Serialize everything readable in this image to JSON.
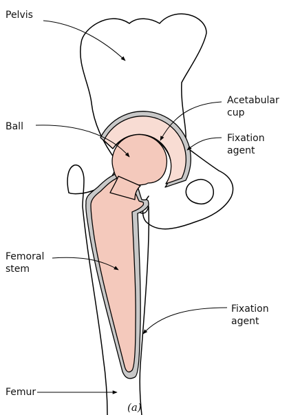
{
  "labels": {
    "pelvis": "Pelvis",
    "ball": "Ball",
    "acetabular_cup": [
      "Acetabular",
      "cup"
    ],
    "fixation_agent_top": [
      "Fixation",
      "agent"
    ],
    "femoral_stem": [
      "Femoral",
      "stem"
    ],
    "fixation_agent_bottom": [
      "Fixation",
      "agent"
    ],
    "femur": "Femur"
  },
  "caption": "(a)",
  "colors": {
    "implant": "#f4c9bc",
    "cup": "#f8dcd3",
    "fixation": "#c8c8c8",
    "bone_outline": "#000000"
  }
}
